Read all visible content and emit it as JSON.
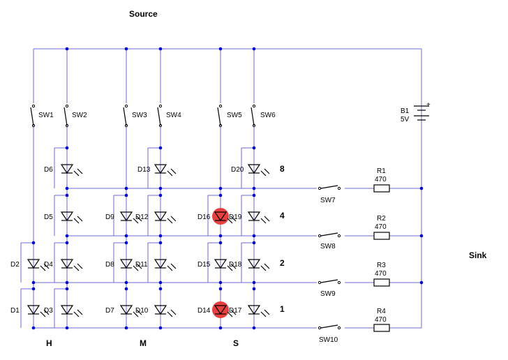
{
  "labels": {
    "source": "Source",
    "sink": "Sink",
    "h": "H",
    "m": "M",
    "s": "S"
  },
  "battery": {
    "name": "B1",
    "voltage": "5V",
    "plus": "+"
  },
  "switches_top": [
    "SW1",
    "SW2",
    "SW3",
    "SW4",
    "SW5",
    "SW6"
  ],
  "rows": [
    {
      "weight": "8",
      "switch": "SW7",
      "resistor": "R1",
      "value": "470"
    },
    {
      "weight": "4",
      "switch": "SW8",
      "resistor": "R2",
      "value": "470"
    },
    {
      "weight": "2",
      "switch": "SW9",
      "resistor": "R3",
      "value": "470"
    },
    {
      "weight": "1",
      "switch": "SW10",
      "resistor": "R4",
      "value": "470"
    }
  ],
  "diodes": [
    {
      "name": "D6"
    },
    {
      "name": "D13"
    },
    {
      "name": "D20"
    },
    {
      "name": "D5"
    },
    {
      "name": "D9"
    },
    {
      "name": "D12"
    },
    {
      "name": "D16",
      "lit": true
    },
    {
      "name": "D19"
    },
    {
      "name": "D2"
    },
    {
      "name": "D4"
    },
    {
      "name": "D8"
    },
    {
      "name": "D11"
    },
    {
      "name": "D15"
    },
    {
      "name": "D18"
    },
    {
      "name": "D1"
    },
    {
      "name": "D3"
    },
    {
      "name": "D7"
    },
    {
      "name": "D10"
    },
    {
      "name": "D14",
      "lit": true
    },
    {
      "name": "D17"
    }
  ],
  "colors": {
    "wire": "#6b6bd8",
    "lit": "#e84040",
    "component": "#000000"
  }
}
